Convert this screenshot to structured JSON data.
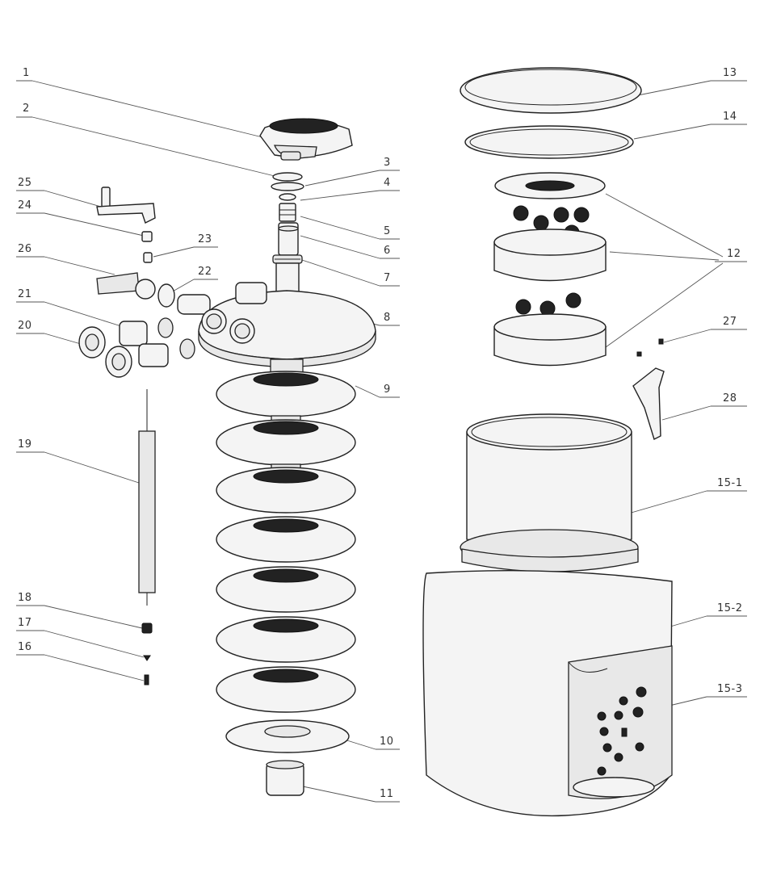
{
  "labels": {
    "l1": "1",
    "l2": "2",
    "l3": "3",
    "l4": "4",
    "l5": "5",
    "l6": "6",
    "l7": "7",
    "l8": "8",
    "l9": "9",
    "l10": "10",
    "l11": "11",
    "l12": "12",
    "l13": "13",
    "l14": "14",
    "l15_1": "15-1",
    "l15_2": "15-2",
    "l15_3": "15-3",
    "l16": "16",
    "l17": "17",
    "l18": "18",
    "l19": "19",
    "l20": "20",
    "l21": "21",
    "l22": "22",
    "l23": "23",
    "l24": "24",
    "l25": "25",
    "l26": "26",
    "l27": "27",
    "l28": "28"
  }
}
